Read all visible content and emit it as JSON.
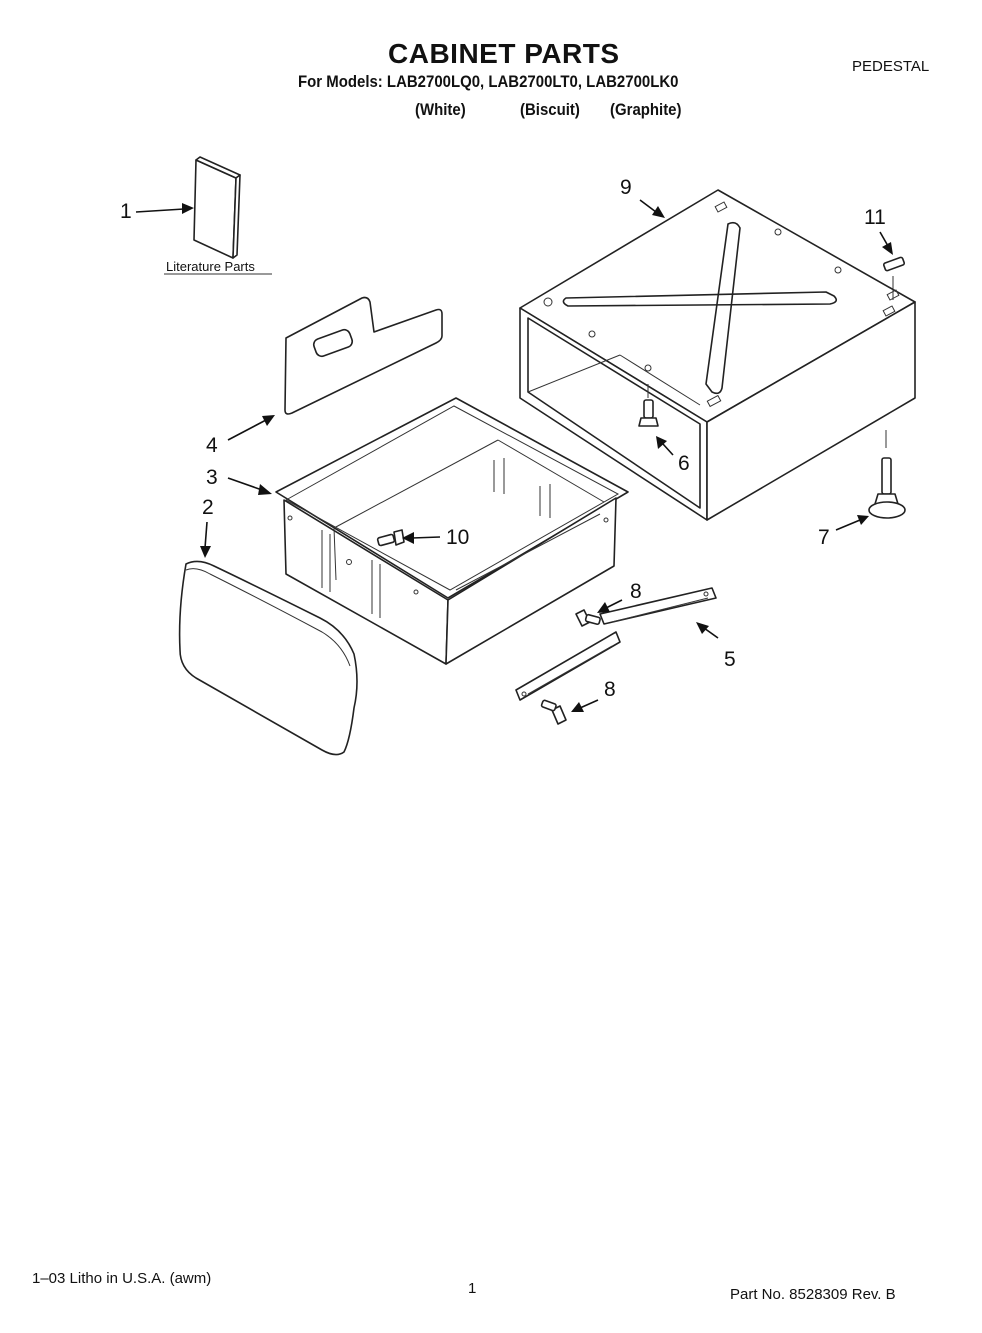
{
  "header": {
    "title": "CABINET PARTS",
    "section": "PEDESTAL",
    "models_line": "For Models: LAB2700LQ0, LAB2700LT0, LAB2700LK0",
    "colors": [
      "(White)",
      "(Biscuit)",
      "(Graphite)"
    ]
  },
  "diagram": {
    "literature_label": "Literature Parts",
    "callouts": {
      "c1": "1",
      "c2": "2",
      "c3": "3",
      "c4": "4",
      "c5": "5",
      "c6": "6",
      "c7": "7",
      "c8a": "8",
      "c8b": "8",
      "c9": "9",
      "c10": "10",
      "c11": "11"
    }
  },
  "footer": {
    "litho": "1–03 Litho in U.S.A. (awm)",
    "page": "1",
    "part_no": "Part No. 8528309 Rev. B"
  }
}
